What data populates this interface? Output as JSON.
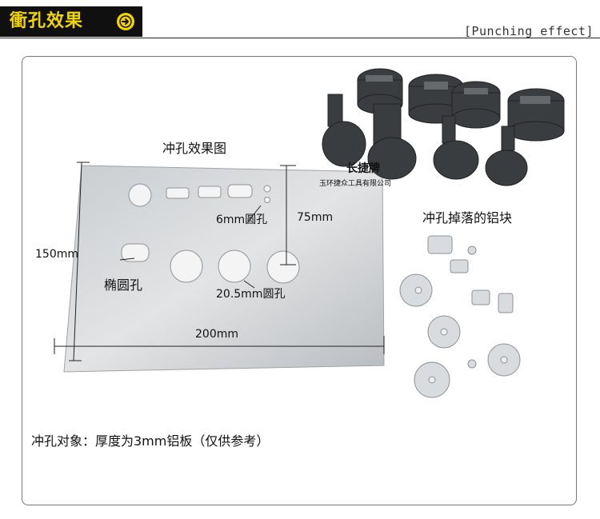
{
  "header": {
    "title": "衝孔效果",
    "subtitle": "[Punching effect]"
  },
  "labels": {
    "plate_title": "冲孔效果图",
    "dim_150": "150mm",
    "dim_75": "75mm",
    "dim_200": "200mm",
    "hole_6mm": "6mm圆孔",
    "hole_oval": "椭圆孔",
    "hole_205mm": "20.5mm圆孔",
    "brand": "长捷牌",
    "company": "玉环捷众工具有限公司",
    "scraps_title": "冲孔掉落的铝块",
    "caption": "冲孔对象：厚度为3mm铝板（仅供参考）"
  },
  "colors": {
    "badge_bg": "#101010",
    "badge_text": "#f2d500",
    "plate": "#d3d6d8"
  },
  "icons": {
    "arrow": "arrow-right-circle-icon"
  }
}
